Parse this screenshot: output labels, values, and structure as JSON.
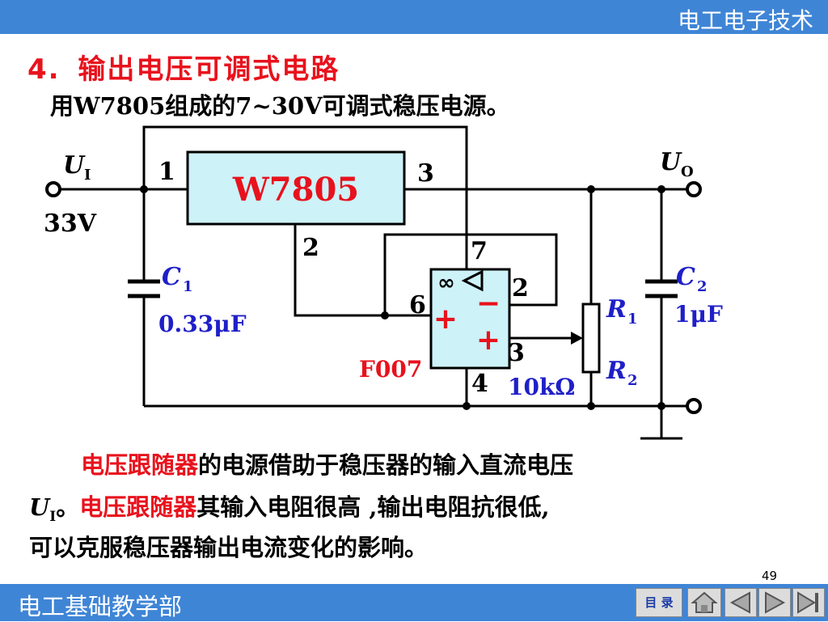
{
  "header": {
    "title": "电工电子技术"
  },
  "heading": {
    "number": "4.",
    "text": "输出电压可调式电路"
  },
  "subtitle": "用W7805组成的7~30V可调式稳压电源。",
  "circuit": {
    "regulator_label": "W7805",
    "regulator_pins": [
      "1",
      "2",
      "3"
    ],
    "input_label": "U",
    "input_sub": "I",
    "input_voltage": "33V",
    "output_label": "U",
    "output_sub": "O",
    "c1_label": "C",
    "c1_sub": "1",
    "c1_value": "0.33μF",
    "c2_label": "C",
    "c2_sub": "2",
    "c2_value": "1μF",
    "r1_label": "R",
    "r1_sub": "1",
    "r2_label": "R",
    "r2_sub": "2",
    "pot_value": "10kΩ",
    "opamp_label": "F007",
    "opamp_pins": [
      "7",
      "6",
      "2",
      "3",
      "4"
    ],
    "opamp_infinity": "∞",
    "opamp_plus": "+",
    "opamp_minus": "−",
    "colors": {
      "regulator_fill": "#cdf2f8",
      "opamp_fill": "#cdf2f8",
      "accent_red": "#e8121d",
      "accent_blue": "#1f1fc8"
    }
  },
  "paragraph": {
    "line1_red": "电压跟随器",
    "line1_rest": "的电源借助于稳压器的输入直流电压",
    "line2_u": "U",
    "line2_sub": "I",
    "line2_mid": "。",
    "line2_red": "电压跟随器",
    "line2_rest": "其输入电阻很高 ,输出电阻抗很低,",
    "line3": "可以克服稳压器输出电流变化的影响。"
  },
  "footer": {
    "title": "电工基础教学部",
    "page": "49",
    "menu_label": "目 录"
  },
  "nav_icons": [
    "home-icon",
    "previous-icon",
    "next-icon",
    "last-page-icon"
  ]
}
